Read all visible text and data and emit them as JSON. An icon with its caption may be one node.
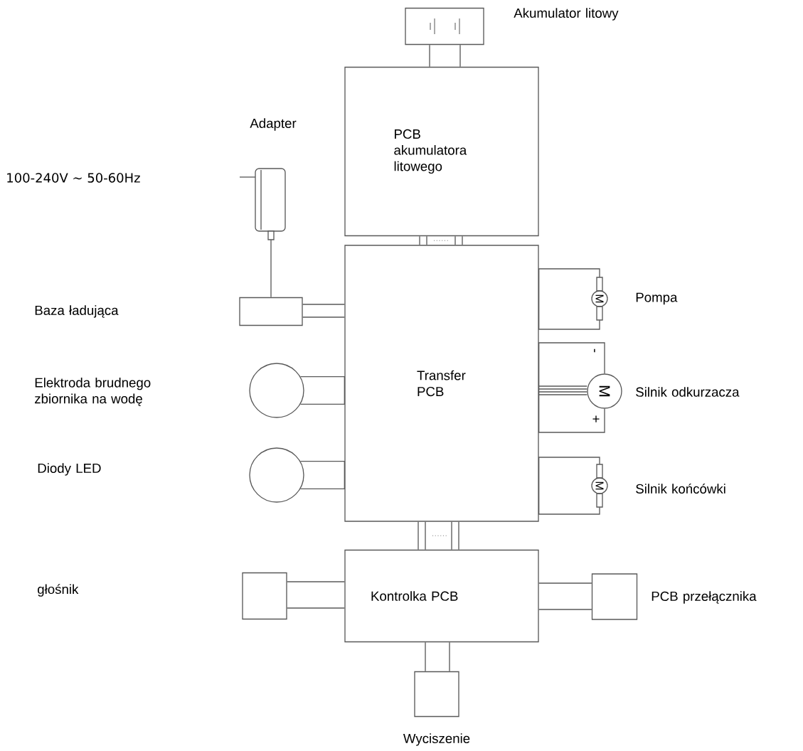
{
  "diagram": {
    "nodes": [
      {
        "text": [],
        "shape": "box",
        "beside": [
          "Akumulator litowy"
        ]
      },
      {
        "text": [
          "PCB akumulatora litowego"
        ]
      },
      {
        "text": [],
        "shape": "picture",
        "beside": [
          "Adapter"
        ]
      },
      {
        "text": [],
        "shape": "box"
      },
      {
        "text": [
          "Transfer PCB"
        ]
      },
      {
        "text": [
          "M"
        ],
        "beside": [
          "Pompa"
        ]
      },
      {
        "text": [
          "M"
        ],
        "beside": [
          "Silnik odkurzacza"
        ]
      },
      {
        "text": [
          "M"
        ],
        "beside": [
          "Silnik końcówki"
        ]
      },
      {
        "text": [],
        "shape": "circle"
      },
      {
        "text": [],
        "shape": "circle"
      },
      {
        "text": [
          "Kontrolka PCB"
        ]
      },
      {
        "text": [],
        "shape": "box"
      },
      {
        "text": [],
        "shape": "box",
        "beside": [
          "PCB przełącznika"
        ]
      },
      {
        "text": [],
        "shape": "box",
        "beside": [
          "Wyciszenie"
        ]
      }
    ],
    "edges": [
      {
        "from": 0,
        "to": 1,
        "arrow": "none"
      },
      {
        "from": 1,
        "to": 4,
        "arrow": "none"
      },
      {
        "from": 2,
        "to": 3,
        "arrow": "none"
      },
      {
        "from": 3,
        "to": 4,
        "arrow": "none"
      },
      {
        "from": 8,
        "to": 4,
        "arrow": "none"
      },
      {
        "from": 9,
        "to": 4,
        "arrow": "none"
      },
      {
        "from": 4,
        "to": 5,
        "arrow": "none"
      },
      {
        "from": 4,
        "to": 6,
        "arrow": "none"
      },
      {
        "from": 4,
        "to": 7,
        "arrow": "none"
      },
      {
        "from": 4,
        "to": 10,
        "arrow": "none"
      },
      {
        "from": 11,
        "to": 10,
        "arrow": "none"
      },
      {
        "from": 10,
        "to": 12,
        "arrow": "none"
      },
      {
        "from": 10,
        "to": 13,
        "arrow": "none"
      }
    ],
    "labels": [
      "100-240V ∼ 50-60Hz",
      "Baza ładująca",
      "-",
      "Elektroda brudnego zbiornika na wodę",
      "+",
      "Diody LED",
      "głośnik"
    ]
  }
}
